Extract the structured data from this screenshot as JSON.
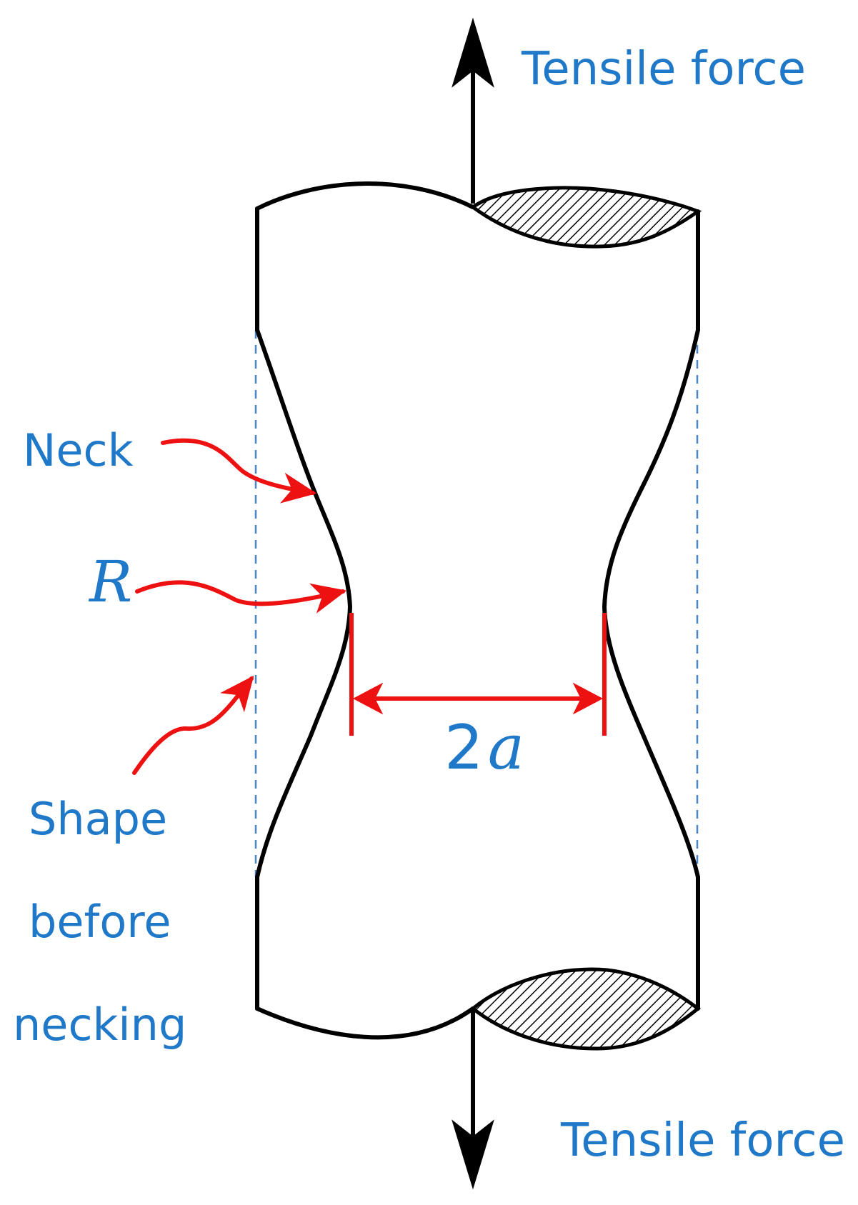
{
  "labels": {
    "tensile_force_top": "Tensile force",
    "tensile_force_bottom": "Tensile force",
    "neck": "Neck",
    "radius": "R",
    "shape_before_line1": "Shape",
    "shape_before_line2": "before",
    "shape_before_line3": "necking",
    "width_prefix": "2",
    "width_var": "a"
  },
  "colors": {
    "outline": "#000000",
    "label_text": "#1f78c8",
    "annotation": "#ee1111",
    "original_shape_dashed": "#4a86c8"
  }
}
